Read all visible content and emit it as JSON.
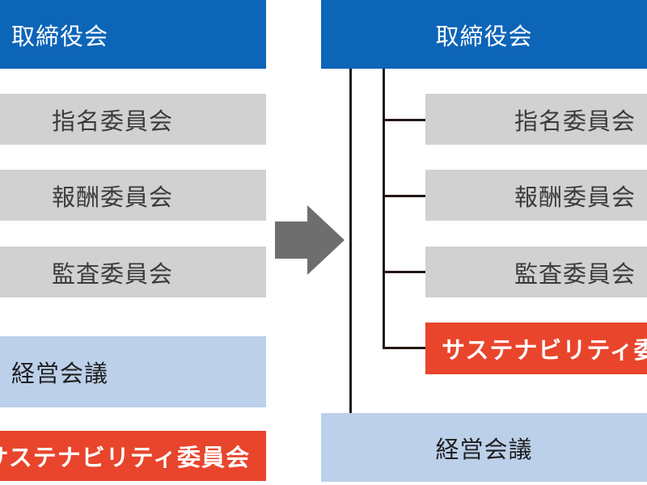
{
  "before": {
    "board": "取締役会",
    "committees": [
      "指名委員会",
      "報酬委員会",
      "監査委員会"
    ],
    "management_meeting": "経営会議",
    "sustainability": "サステナビリティ委員会"
  },
  "after": {
    "board": "取締役会",
    "committees": [
      "指名委員会",
      "報酬委員会",
      "監査委員会"
    ],
    "sustainability": "サステナビリティ委員会",
    "management_meeting": "経営会議"
  },
  "colors": {
    "board": "#0d65b8",
    "committee": "#d1d1d1",
    "management": "#bcd0ea",
    "sustainability": "#e8452c",
    "arrow": "#6e6e6e",
    "connector": "#231815"
  },
  "icons": {
    "transition": "right-arrow-icon"
  }
}
